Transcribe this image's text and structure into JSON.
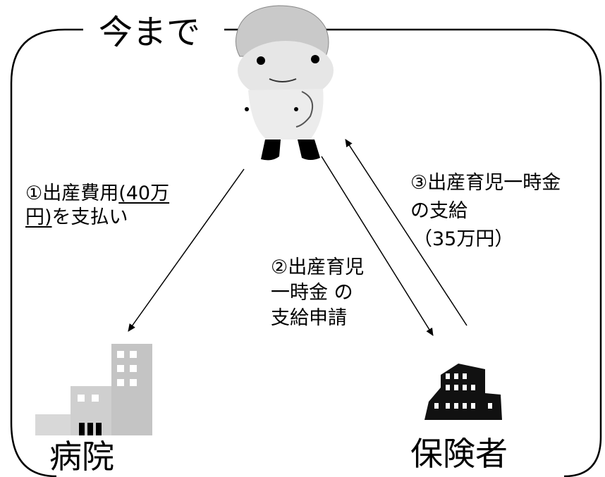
{
  "title": "今まで",
  "nodes": {
    "hospital": "病院",
    "insurer": "保険者"
  },
  "flows": {
    "payment": {
      "line1_prefix": "①出産費用",
      "line1_underlined": "(40万",
      "line2_underlined": "円)",
      "line2_suffix": "を支払い"
    },
    "application": {
      "line1": "②出産育児",
      "line2": "一時金 の",
      "line3": "支給申請"
    },
    "benefit": {
      "line1": "③出産育児一時金",
      "line2": "の支給",
      "line3": "（35万円）"
    }
  }
}
